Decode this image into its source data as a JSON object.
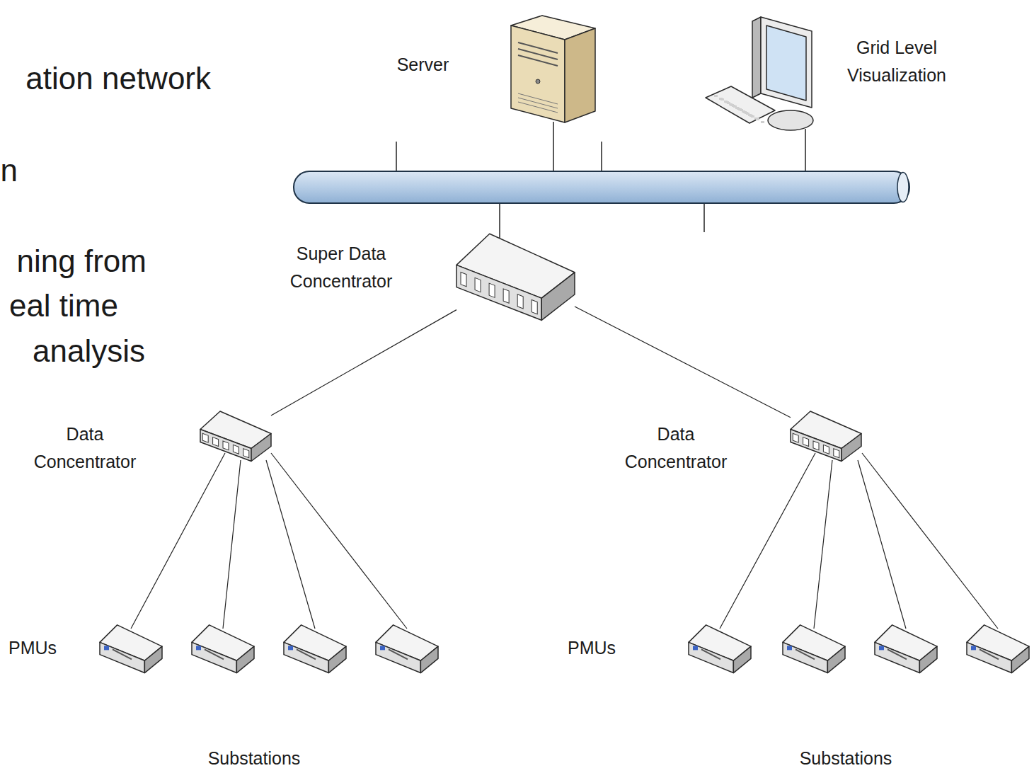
{
  "diagram": {
    "nodes": [
      {
        "text": [
          "Server"
        ]
      },
      {
        "text": [
          "Grid Level Visualization"
        ]
      },
      {
        "text": [
          "Super Data Concentrator"
        ]
      },
      {
        "text": [
          "Data Concentrator"
        ]
      },
      {
        "text": [
          "Data Concentrator"
        ]
      }
    ],
    "edges": [
      {
        "from": 2,
        "to": 3,
        "arrow": "none"
      },
      {
        "from": 2,
        "to": 4,
        "arrow": "none"
      }
    ],
    "labels": [
      "ation network",
      "n",
      "ning from",
      "eal time",
      "analysis",
      "PMUs",
      "PMUs",
      "Substations",
      "Substations"
    ]
  }
}
